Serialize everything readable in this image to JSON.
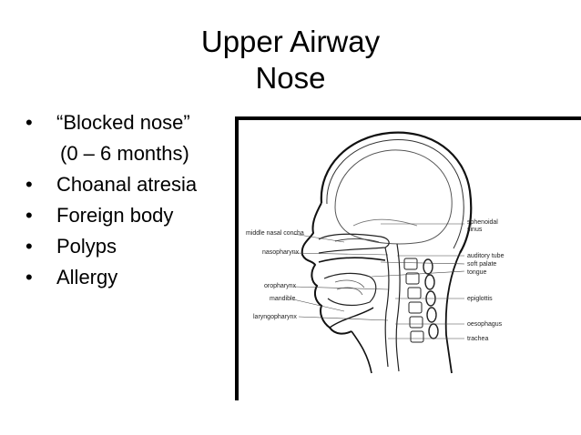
{
  "slide": {
    "title_line1": "Upper Airway",
    "title_line2": "Nose",
    "bullets": [
      {
        "text": "“Blocked nose”"
      },
      {
        "text": "(0 – 6 months)",
        "sub": true
      },
      {
        "text": "Choanal atresia"
      },
      {
        "text": "Foreign body"
      },
      {
        "text": "Polyps"
      },
      {
        "text": "Allergy"
      }
    ],
    "bullet_glyph": "•"
  },
  "diagram": {
    "labels_left": [
      "middle nasal concha",
      "nasopharynx",
      "oropharynx",
      "mandible",
      "laryngopharynx"
    ],
    "labels_right": [
      "sphenoidal",
      "sinus",
      "auditory tube",
      "soft palate",
      "tongue",
      "epiglottis",
      "oesophagus",
      "trachea"
    ]
  }
}
